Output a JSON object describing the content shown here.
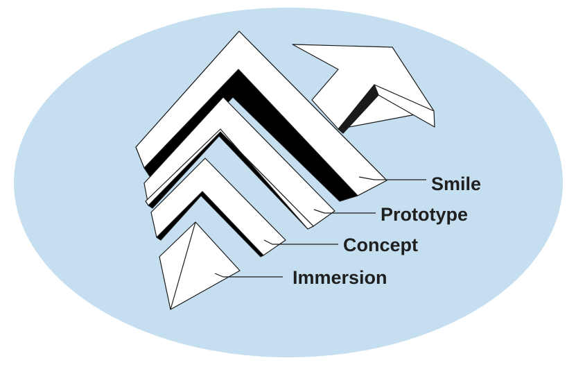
{
  "diagram": {
    "colors": {
      "background_ellipse": "#c5dff0",
      "chevron_face": "#ffffff",
      "chevron_band": "#000000",
      "outline": "#1a1a1a"
    },
    "stages": [
      {
        "label": "Smile"
      },
      {
        "label": "Prototype"
      },
      {
        "label": "Concept"
      },
      {
        "label": "Immersion"
      }
    ],
    "arrow_icon": "arrow-up-right-icon"
  }
}
